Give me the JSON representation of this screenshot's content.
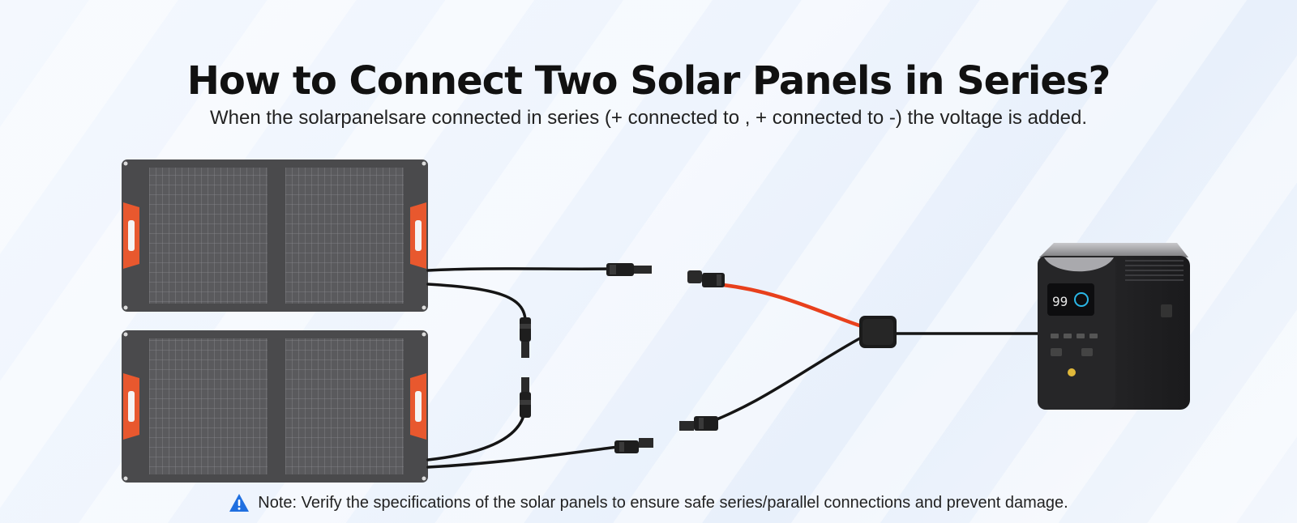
{
  "header": {
    "title": "How to Connect Two Solar Panels in Series?",
    "subtitle": "When the solarpanelsare connected in series  (+ connected to , + connected to -) the voltage is added."
  },
  "diagram": {
    "panels": [
      "solar-panel-top",
      "solar-panel-bottom"
    ],
    "power_station_display": "99",
    "cable_accent_color": "#e8401c",
    "handle_color": "#e8582e",
    "panel_color": "#4a4a4c"
  },
  "footer": {
    "warning_icon": "warning-triangle-icon",
    "note": "Note: Verify the specifications of the solar panels to ensure safe series/parallel connections and prevent damage."
  }
}
